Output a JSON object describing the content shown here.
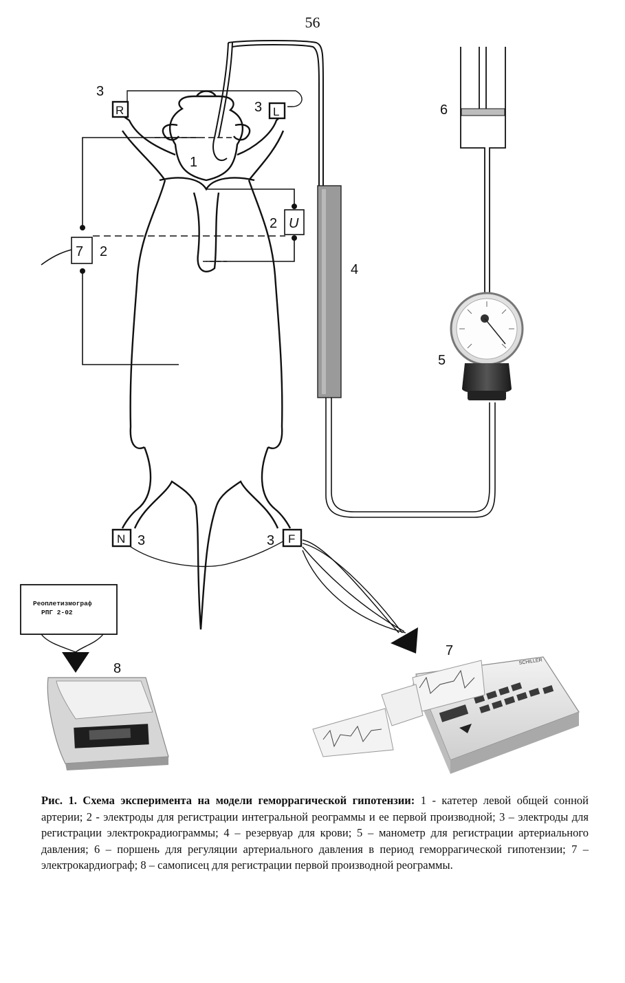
{
  "page_number": "56",
  "figure": {
    "labels": {
      "catheter": "1",
      "rheo_electrodes_left": "2",
      "rheo_electrodes_right": "2",
      "ecg_electrode_r": "3",
      "ecg_electrode_l": "3",
      "ecg_electrode_n": "3",
      "ecg_electrode_f": "3",
      "blood_reservoir": "4",
      "manometer": "5",
      "piston": "6",
      "electrocardiograph": "7",
      "recorder": "8"
    },
    "electrodes": {
      "right_arm": "R",
      "left_arm": "L",
      "right_leg": "N",
      "left_leg": "F"
    },
    "box_left_symbol": "7",
    "box_right_symbol": "U",
    "rheograph_label_line1": "Реоплетизмограф",
    "rheograph_label_line2": "РПГ 2-02",
    "ecg_brand": "SCHILLER"
  },
  "caption": {
    "lead": "Рис. 1. Схема эксперимента на модели геморрагической гипотензии:",
    "text": " 1 - катетер левой общей сонной артерии; 2 - электроды для регистрации интегральной реограммы и ее первой производной; 3 – электроды для регистрации электрокрадиограммы; 4 – резервуар для крови; 5 – манометр для регистрации артериального давления; 6 – поршень для регуляции артериального давления в период геморрагической гипотензии; 7 – электрокардиограф; 8 – самописец для регистрации первой производной реограммы."
  }
}
